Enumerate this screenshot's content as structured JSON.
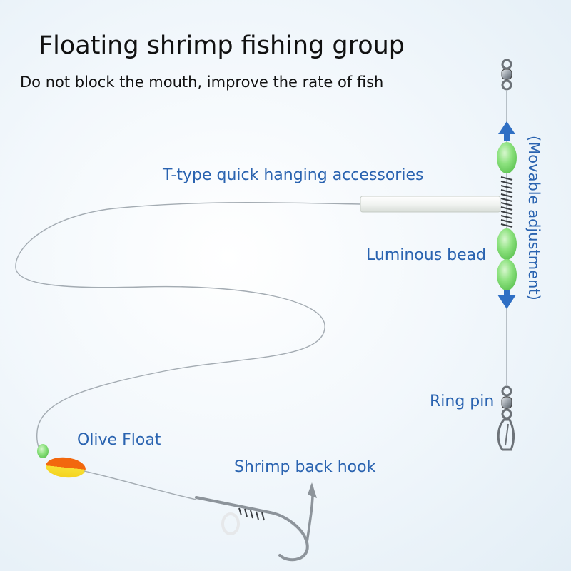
{
  "title": "Floating shrimp fishing group",
  "subtitle": "Do not block the mouth, improve the rate of fish",
  "labels": {
    "t_type": "T-type quick hanging accessories",
    "luminous_bead": "Luminous bead",
    "ring_pin": "Ring pin",
    "olive_float": "Olive Float",
    "shrimp_hook": "Shrimp back hook",
    "movable": "(Movable adjustment)"
  },
  "colors": {
    "label_blue": "#2a63b0",
    "bead_green": "#8de27f",
    "float_orange": "#f2680e",
    "float_yellow": "#f7e033",
    "arrow_blue": "#2f6fc4"
  }
}
